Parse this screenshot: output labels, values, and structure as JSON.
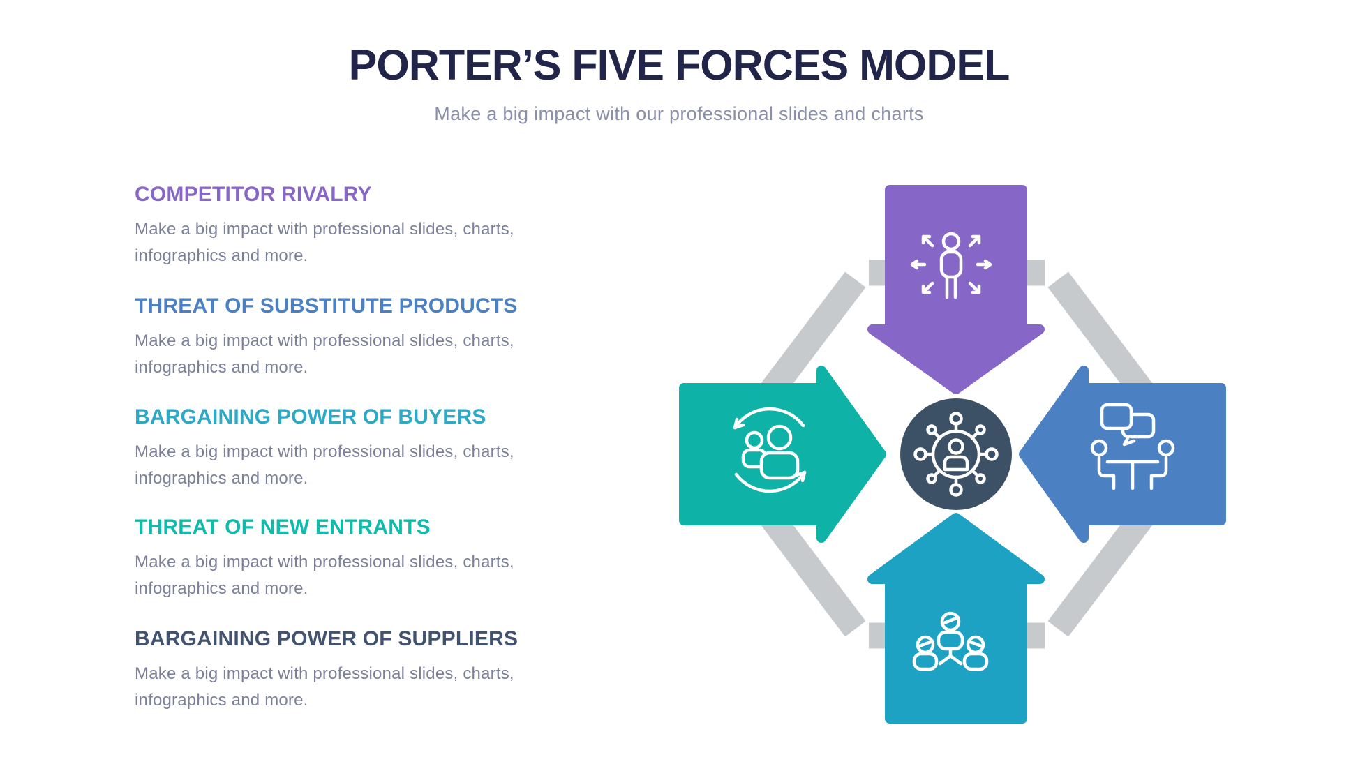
{
  "header": {
    "title": "PORTER’S FIVE FORCES MODEL",
    "subtitle": "Make a big impact with our professional slides and charts"
  },
  "forces": [
    {
      "label": "COMPETITOR RIVALRY",
      "color": "#8667C8",
      "description": "Make a big impact with professional slides, charts,\ninfographics and more."
    },
    {
      "label": "THREAT OF SUBSTITUTE PRODUCTS",
      "color": "#4B80C3",
      "description": "Make a big impact with professional slides, charts,\ninfographics and more."
    },
    {
      "label": "BARGAINING POWER OF BUYERS",
      "color": "#2BA9C5",
      "description": "Make a big impact with professional slides, charts,\ninfographics and more."
    },
    {
      "label": "THREAT OF NEW ENTRANTS",
      "color": "#0FBCAB",
      "description": "Make a big impact with professional slides, charts,\ninfographics and more."
    },
    {
      "label": "BARGAINING POWER OF SUPPLIERS",
      "color": "#41536F",
      "description": "Make a big impact with professional slides, charts,\ninfographics and more."
    }
  ],
  "diagram": {
    "hexagon_color": "#C7CACD",
    "icon_stroke": "#FFFFFF",
    "center": {
      "color": "#3C5066",
      "icon": "network-person-icon"
    },
    "arrows": [
      {
        "position": "top",
        "direction": "down",
        "color": "#8667C8",
        "icon": "person-influence-icon"
      },
      {
        "position": "left",
        "direction": "right",
        "color": "#0FB2A6",
        "icon": "customer-exchange-icon"
      },
      {
        "position": "right",
        "direction": "left",
        "color": "#4B80C3",
        "icon": "negotiation-table-icon"
      },
      {
        "position": "bottom",
        "direction": "up",
        "color": "#1EA2C3",
        "icon": "team-hierarchy-icon"
      }
    ]
  }
}
